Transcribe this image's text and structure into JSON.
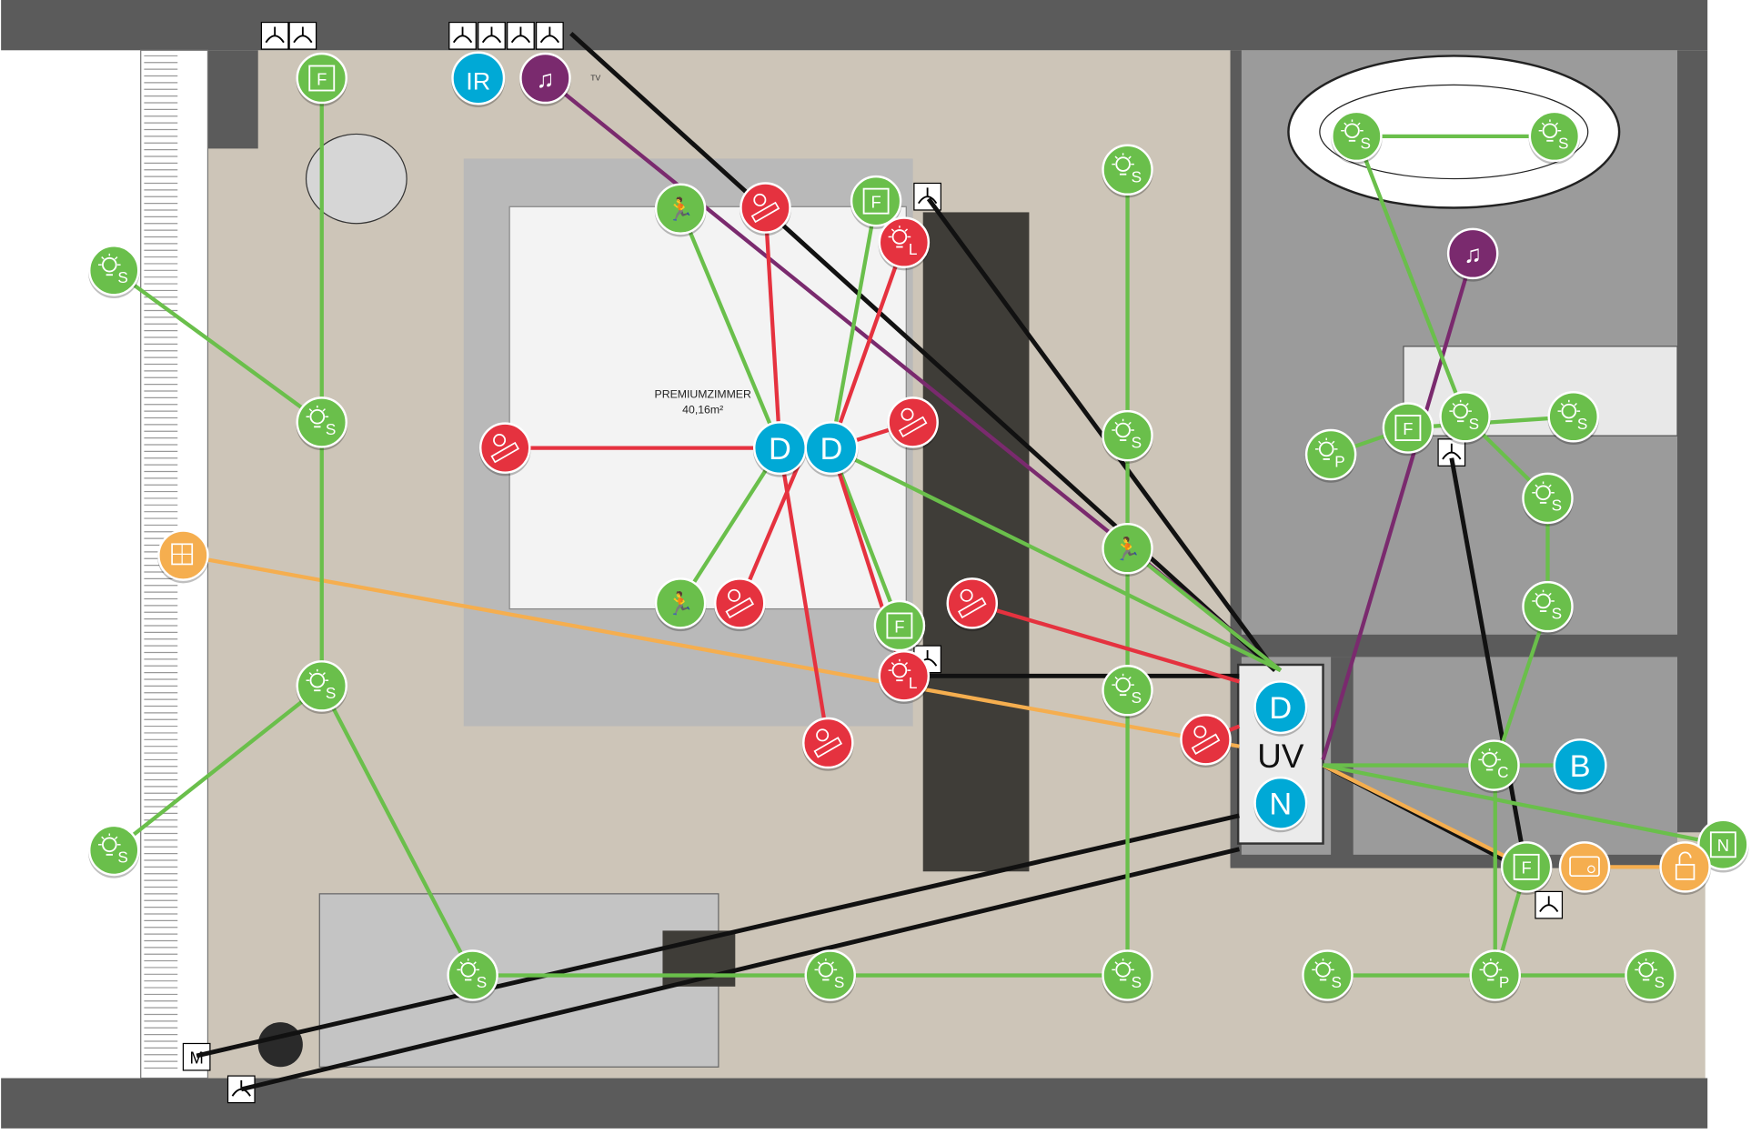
{
  "room": {
    "name": "PREMIUMZIMMER",
    "area": "40,16m²"
  },
  "tv_label": "TV",
  "distribution_box": {
    "label": "UV"
  },
  "wall_marker": "M",
  "colors": {
    "green": "#6abf4b",
    "red": "#e5323f",
    "blue": "#00a9d6",
    "purple": "#7a2a6e",
    "orange": "#f5ae4f",
    "black": "#111111",
    "wall": "#5b5b5b",
    "floor": "#cdc5b8",
    "tile": "#9b9b9b"
  },
  "nodes": [
    {
      "type": "light",
      "label": "S"
    },
    {
      "type": "light",
      "label": "S"
    },
    {
      "type": "light",
      "label": "S"
    },
    {
      "type": "light",
      "label": "S"
    },
    {
      "type": "light",
      "label": "S"
    },
    {
      "type": "light",
      "label": "S"
    },
    {
      "type": "light",
      "label": "S"
    },
    {
      "type": "light",
      "label": "S"
    },
    {
      "type": "light",
      "label": "S"
    },
    {
      "type": "light",
      "label": "S"
    },
    {
      "type": "light",
      "label": "S"
    },
    {
      "type": "light",
      "label": "S"
    },
    {
      "type": "light",
      "label": "S"
    },
    {
      "type": "light",
      "label": "S"
    },
    {
      "type": "light",
      "label": "S"
    },
    {
      "type": "light",
      "label": "S"
    },
    {
      "type": "light",
      "label": "S"
    },
    {
      "type": "light",
      "label": "S"
    },
    {
      "type": "light",
      "label": "P"
    },
    {
      "type": "light",
      "label": "P"
    },
    {
      "type": "light",
      "label": "C"
    },
    {
      "type": "switch",
      "label": "F"
    },
    {
      "type": "switch",
      "label": "F"
    },
    {
      "type": "switch",
      "label": "F"
    },
    {
      "type": "switch",
      "label": "F"
    },
    {
      "type": "switch",
      "label": "F"
    },
    {
      "type": "switch",
      "label": "N"
    },
    {
      "type": "motion",
      "label": ""
    },
    {
      "type": "motion",
      "label": ""
    },
    {
      "type": "motion",
      "label": ""
    },
    {
      "type": "strip",
      "label": ""
    },
    {
      "type": "strip",
      "label": ""
    },
    {
      "type": "strip",
      "label": ""
    },
    {
      "type": "strip",
      "label": ""
    },
    {
      "type": "strip",
      "label": ""
    },
    {
      "type": "strip",
      "label": ""
    },
    {
      "type": "strip",
      "label": ""
    },
    {
      "type": "redlight",
      "label": "L"
    },
    {
      "type": "redlight",
      "label": "L"
    },
    {
      "type": "blue",
      "label": "D"
    },
    {
      "type": "blue",
      "label": "D"
    },
    {
      "type": "blue",
      "label": "IR"
    },
    {
      "type": "blue",
      "label": "B"
    },
    {
      "type": "blue",
      "label": "D"
    },
    {
      "type": "blue",
      "label": "N"
    },
    {
      "type": "music",
      "label": ""
    },
    {
      "type": "music",
      "label": ""
    },
    {
      "type": "window",
      "label": ""
    },
    {
      "type": "card",
      "label": ""
    },
    {
      "type": "lock",
      "label": ""
    }
  ]
}
